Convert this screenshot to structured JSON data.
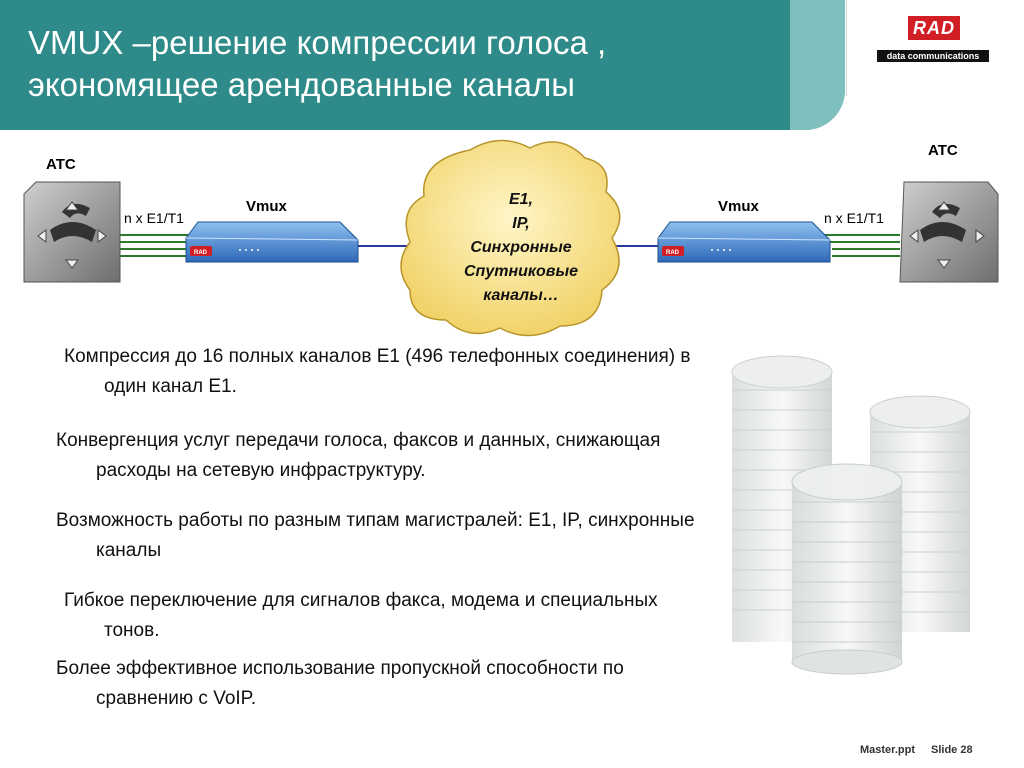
{
  "header": {
    "title_line1": "VMUX –решение компрессии голоса ,",
    "title_line2": "экономящее арендованные  каналы"
  },
  "logo": {
    "brand": "RAD",
    "tagline": "data communications"
  },
  "diagram": {
    "atc_left": "ATC",
    "atc_right": "ATC",
    "link_left": "n x E1/T1",
    "link_right": "n x E1/T1",
    "vmux_left": "Vmux",
    "vmux_right": "Vmux",
    "cloud_lines": [
      "E1,",
      "IP,",
      "Синхронные",
      "Спутниковые",
      "каналы…"
    ],
    "device_badge": "RAD",
    "colors": {
      "header": "#2e8b8a",
      "device": "#3f7fd0",
      "cloud": "#f6e39a"
    }
  },
  "bullets": [
    "Компрессия до 16 полных каналов E1 (496 телефонных соединения) в один канал E1.",
    "Конвергенция услуг передачи голоса, факсов и данных, снижающая расходы на сетевую инфраструктуру.",
    "Возможность работы по разным типам магистралей: E1, IP, синхронные каналы",
    "Гибкое  переключение для сигналов факса, модема и специальных тонов.",
    "Более эффективное использование пропускной способности по сравнению с VoIP."
  ],
  "footer": {
    "file": "Master.ppt",
    "slide": "Slide 28"
  }
}
